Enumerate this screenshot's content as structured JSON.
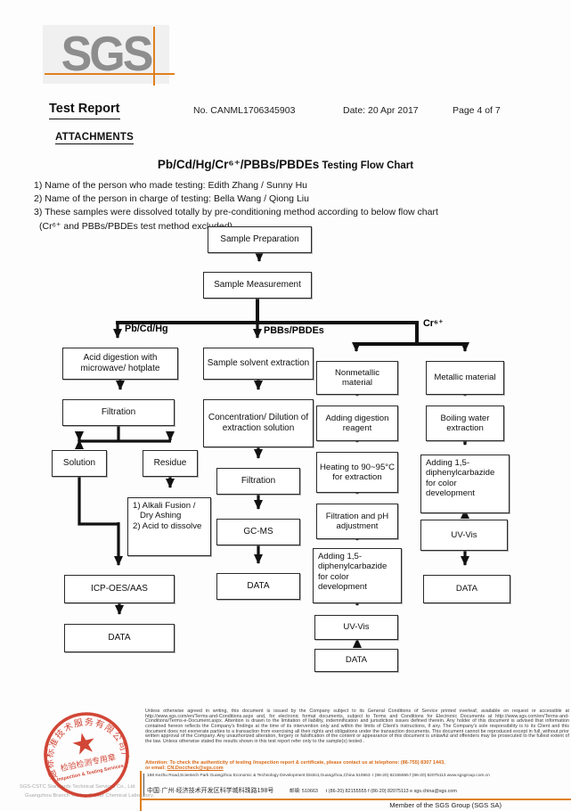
{
  "header": {
    "logo": "SGS",
    "title": "Test Report",
    "report_no": "No. CANML1706345903",
    "date": "Date: 20 Apr 2017",
    "page": "Page 4 of 7"
  },
  "attachments": {
    "heading": "ATTACHMENTS",
    "chart_title": "Pb/Cd/Hg/Cr⁶⁺/PBBs/PBDEs",
    "chart_title_suffix": " Testing Flow Chart",
    "notes": [
      "1) Name of the person who made testing: Edith Zhang / Sunny Hu",
      "2) Name of the person in charge of testing: Bella Wang / Qiong Liu",
      "3) These samples were dissolved totally by pre-conditioning method according to below flow chart",
      "(Cr⁶⁺ and PBBs/PBDEs test method excluded)."
    ]
  },
  "flowchart": {
    "sample_preparation": "Sample Preparation",
    "sample_measurement": "Sample Measurement",
    "branch_pbcdhg": "Pb/Cd/Hg",
    "branch_pbbs": "PBBs/PBDEs",
    "branch_cr6": "Cr⁶⁺",
    "acid_digestion": "Acid digestion with microwave/ hotplate",
    "filtration": "Filtration",
    "solution": "Solution",
    "residue": "Residue",
    "alkali_line1": "1) Alkali Fusion / Dry Ashing",
    "alkali_line2": "2) Acid to dissolve",
    "icp": "ICP-OES/AAS",
    "data": "DATA",
    "solvent_extraction": "Sample solvent extraction",
    "concentration": "Concentration/ Dilution of extraction solution",
    "gcms": "GC-MS",
    "nonmetallic": "Nonmetallic material",
    "digestion_reagent": "Adding digestion reagent",
    "heating": "Heating to 90~95°C for extraction",
    "filtration_ph": "Filtration and pH adjustment",
    "carbazide": "Adding 1,5-diphenylcarbazide for color development",
    "uv_vis": "UV-Vis",
    "metallic": "Metallic material",
    "boiling_water": "Boiling water extraction"
  },
  "footer": {
    "disclaimer": "Unless otherwise agreed in writing, this document is issued by the Company subject to its General Conditions of Service printed overleaf, available on request or accessible at http://www.sgs.com/en/Terms-and-Conditions.aspx and, for electronic format documents, subject to Terms and Conditions for Electronic Documents at http://www.sgs.com/en/Terms-and-Conditions/Terms-e-Document.aspx. Attention is drawn to the limitation of liability, indemnification and jurisdiction issues defined therein. Any holder of this document is advised that information contained hereon reflects the Company's findings at the time of its intervention only and within the limits of Client's instructions, if any. The Company's sole responsibility is to its Client and this document does not exonerate parties to a transaction from exercising all their rights and obligations under the transaction documents. This document cannot be reproduced except in full, without prior written approval of the Company. Any unauthorized alteration, forgery or falsification of the content or appearance of this document is unlawful and offenders may be prosecuted to the fullest extent of the law. Unless otherwise stated the results shown in this test report refer only to the sample(s) tested .",
    "attention_line1": "Attention: To check the authenticity of testing /inspection report & certificate, please contact us at telephone: (86-755) 8307 1443,",
    "attention_line2_prefix": "or email: ",
    "attention_email": "CN.Doccheck@sgs.com",
    "address_en": "198 Kezhu Road,Scientech Park Guangzhou Economic & Technology Development District,Guangzhou,China 510663",
    "address_en_contacts": "t (86-20) 82155555   f (86-20) 82075113   www.sgsgroup.com.cn",
    "address_cn": "中国·广州·经济技术开发区科学城科珠路198号",
    "address_cn_post": "邮编: 510663",
    "address_cn_contacts": "t (86-20) 82155555   f (86-20) 82075113   e sgs.china@sgs.com",
    "member_line": "Member of the SGS Group (SGS SA)",
    "company_line1": "SGS-CSTC Standards Technical Services Co., Ltd.",
    "company_line2": "Guangzhou Branch Testing Center Chemical Laboratory.",
    "stamp": {
      "ring_text": "通标标准技术服务有限公司广州分公司",
      "center_cn": "检验检测专用章",
      "center_en": "Inspection & Testing Services",
      "star": "★"
    }
  }
}
